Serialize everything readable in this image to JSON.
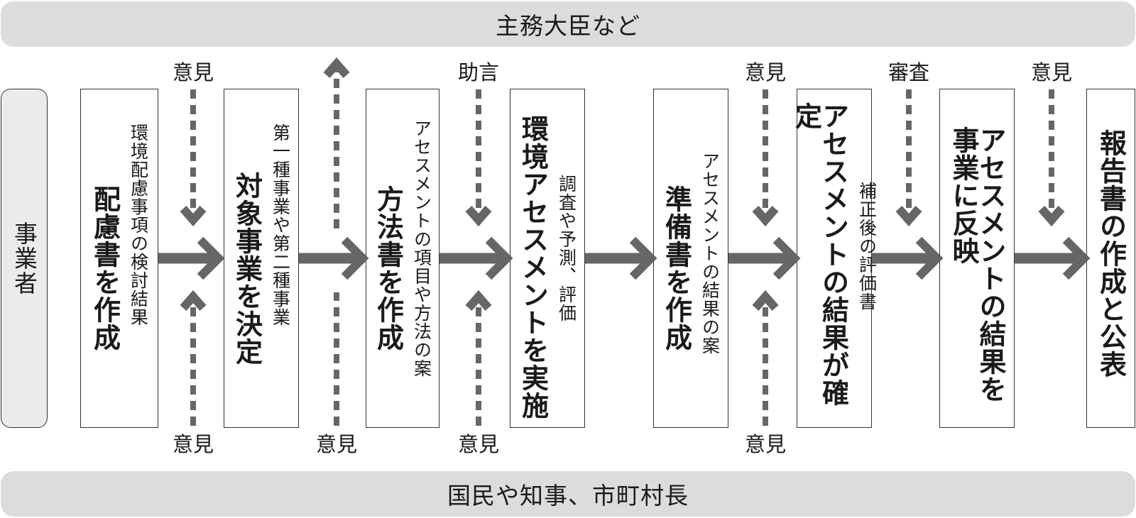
{
  "top_band": "主務大臣など",
  "bottom_band": "国民や知事、市町村長",
  "actor": "事業者",
  "steps": [
    {
      "main": "配慮書を作成",
      "sub": "環境配慮事項の検討結果"
    },
    {
      "main": "対象事業を決定",
      "sub": "第一種事業や第二種事業"
    },
    {
      "main": "方法書を作成",
      "sub": "アセスメントの項目や方法の案"
    },
    {
      "main": "環境アセスメントを実施",
      "sub": "調査や予測、評価"
    },
    {
      "main": "準備書を作成",
      "sub": "アセスメントの結果の案"
    },
    {
      "main": "アセスメントの結果が確定",
      "sub": "補正後の評価書"
    },
    {
      "main": "アセスメントの結果を事業に反映",
      "sub": ""
    },
    {
      "main": "報告書の作成と公表",
      "sub": ""
    }
  ],
  "top_labels": [
    "意見",
    "助言",
    "意見",
    "審査",
    "意見"
  ],
  "bottom_labels": [
    "意見",
    "意見",
    "意見",
    "意見"
  ],
  "colors": {
    "band": "#dcdcdc",
    "arrow": "#666666",
    "border": "#333333"
  }
}
